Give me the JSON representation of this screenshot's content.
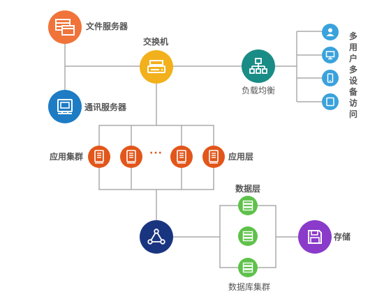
{
  "labels": {
    "file_server": "文件服务器",
    "switch": "交换机",
    "comm_server": "通讯服务器",
    "load_balance": "负载均衡",
    "multi_user": "多用户多设备访问",
    "app_cluster": "应用集群",
    "app_layer": "应用层",
    "data_layer": "数据层",
    "storage": "存储",
    "db_cluster": "数据库集群",
    "ellipsis": "···"
  },
  "colors": {
    "file_server": "#f0733a",
    "switch": "#f2b11c",
    "comm_server": "#1e7cc4",
    "load_balance": "#1a8c86",
    "device": "#3aa2dc",
    "app_node": "#e2561b",
    "hub": "#1a3580",
    "db_node": "#5ec24a",
    "storage": "#8a3bc9",
    "line": "#aaaaaa"
  },
  "icons": {
    "file_server": "server-window-icon",
    "switch": "switch-icon",
    "comm_server": "monitor-icon",
    "load_balance": "hierarchy-icon",
    "devices": [
      "user-icon",
      "desktop-icon",
      "phone-icon",
      "tablet-icon"
    ],
    "app_nodes": [
      "app-server-icon",
      "app-server-icon",
      "app-server-icon",
      "app-server-icon"
    ],
    "hub": "network-share-icon",
    "db_nodes": [
      "database-icon",
      "database-icon",
      "database-icon"
    ],
    "storage": "floppy-disk-icon"
  }
}
